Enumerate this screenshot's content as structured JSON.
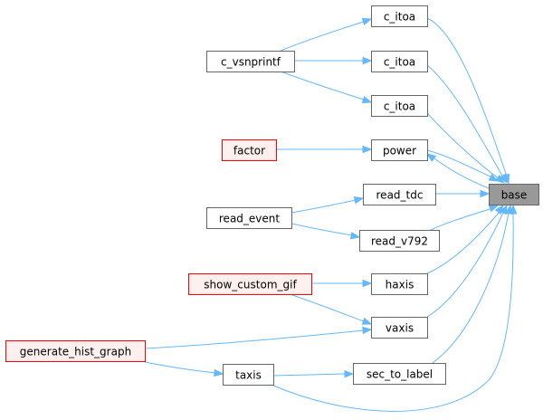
{
  "colors": {
    "edge": "#63b8ff",
    "node_border": "#666666",
    "node_fill": "#ffffff",
    "focus_fill": "#999999",
    "undocumented_border": "#ff0000",
    "undocumented_fill": "#fff0f0"
  },
  "graph": {
    "direction": "left-to-right",
    "focus": "base",
    "nodes": [
      {
        "id": "base",
        "label": "base",
        "style": "focus"
      },
      {
        "id": "c_itoa_1",
        "label": "c_itoa",
        "style": "normal"
      },
      {
        "id": "c_itoa_2",
        "label": "c_itoa",
        "style": "normal"
      },
      {
        "id": "c_itoa_3",
        "label": "c_itoa",
        "style": "normal"
      },
      {
        "id": "c_vsnprintf",
        "label": "c_vsnprintf",
        "style": "normal"
      },
      {
        "id": "power",
        "label": "power",
        "style": "normal"
      },
      {
        "id": "factor",
        "label": "factor",
        "style": "red"
      },
      {
        "id": "read_tdc",
        "label": "read_tdc",
        "style": "normal"
      },
      {
        "id": "read_event",
        "label": "read_event",
        "style": "normal"
      },
      {
        "id": "read_v792",
        "label": "read_v792",
        "style": "normal"
      },
      {
        "id": "haxis",
        "label": "haxis",
        "style": "normal"
      },
      {
        "id": "show_custom_gif",
        "label": "show_custom_gif",
        "style": "red"
      },
      {
        "id": "vaxis",
        "label": "vaxis",
        "style": "normal"
      },
      {
        "id": "generate_hist_graph",
        "label": "generate_hist_graph",
        "style": "red"
      },
      {
        "id": "sec_to_label",
        "label": "sec_to_label",
        "style": "normal"
      },
      {
        "id": "taxis",
        "label": "taxis",
        "style": "normal"
      }
    ],
    "edges": [
      {
        "from": "c_itoa_1",
        "to": "base"
      },
      {
        "from": "c_itoa_2",
        "to": "base"
      },
      {
        "from": "c_itoa_3",
        "to": "base"
      },
      {
        "from": "power",
        "to": "base"
      },
      {
        "from": "base",
        "to": "power"
      },
      {
        "from": "read_tdc",
        "to": "base"
      },
      {
        "from": "read_v792",
        "to": "base"
      },
      {
        "from": "haxis",
        "to": "base"
      },
      {
        "from": "vaxis",
        "to": "base"
      },
      {
        "from": "sec_to_label",
        "to": "base"
      },
      {
        "from": "taxis",
        "to": "base"
      },
      {
        "from": "c_vsnprintf",
        "to": "c_itoa_1"
      },
      {
        "from": "c_vsnprintf",
        "to": "c_itoa_2"
      },
      {
        "from": "c_vsnprintf",
        "to": "c_itoa_3"
      },
      {
        "from": "factor",
        "to": "power"
      },
      {
        "from": "read_event",
        "to": "read_tdc"
      },
      {
        "from": "read_event",
        "to": "read_v792"
      },
      {
        "from": "show_custom_gif",
        "to": "haxis"
      },
      {
        "from": "show_custom_gif",
        "to": "vaxis"
      },
      {
        "from": "generate_hist_graph",
        "to": "vaxis"
      },
      {
        "from": "generate_hist_graph",
        "to": "taxis"
      },
      {
        "from": "taxis",
        "to": "sec_to_label"
      }
    ]
  }
}
